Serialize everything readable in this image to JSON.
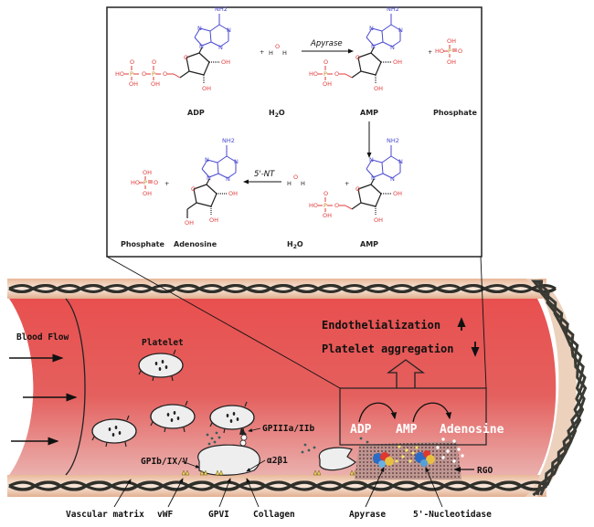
{
  "reaction_scheme": {
    "row1": {
      "reactant1": "ADP",
      "plus1": "+",
      "reactant2": "H2O",
      "enzyme": "Apyrase",
      "product1": "AMP",
      "plus2": "+",
      "product2": "Phosphate"
    },
    "row2": {
      "reactant1": "AMP",
      "plus1": "+",
      "reactant2": "H2O",
      "enzyme": "5'-NT",
      "product1": "Adenosine",
      "plus2": "+",
      "product2": "Phosphate"
    },
    "atoms": {
      "nh2": "NH2",
      "n": "N",
      "o": "O",
      "oh": "OH",
      "ho": "HO",
      "p": "P",
      "h": "H"
    }
  },
  "vessel": {
    "blood_flow": "Blood Flow",
    "platelet": "Platelet",
    "outcomes": [
      {
        "label": "Endothelialization",
        "direction": "up"
      },
      {
        "label": "Platelet aggregation",
        "direction": "down"
      }
    ],
    "pathway": [
      "ADP",
      "AMP",
      "Adenosine"
    ],
    "receptor_labels": {
      "gpiiia": "GPIIIa/IIb",
      "gpib": "GPIb/IX/V",
      "a2b1": "α2β1",
      "rgo": "RGO"
    },
    "bottom_labels": [
      "Vascular matrix",
      "vWF",
      "GPVI",
      "Collagen",
      "Apyrase",
      "5'-Nucleotidase"
    ]
  },
  "colors": {
    "blood_top": "#e8504f",
    "blood_bottom": "#e9a5a3",
    "wall": "#f1c9a8",
    "fiber": "#2f2f2a",
    "platelet": "#eeeeee",
    "phosphate": "#e23a3a",
    "nitrogen": "#4a4ad0"
  }
}
